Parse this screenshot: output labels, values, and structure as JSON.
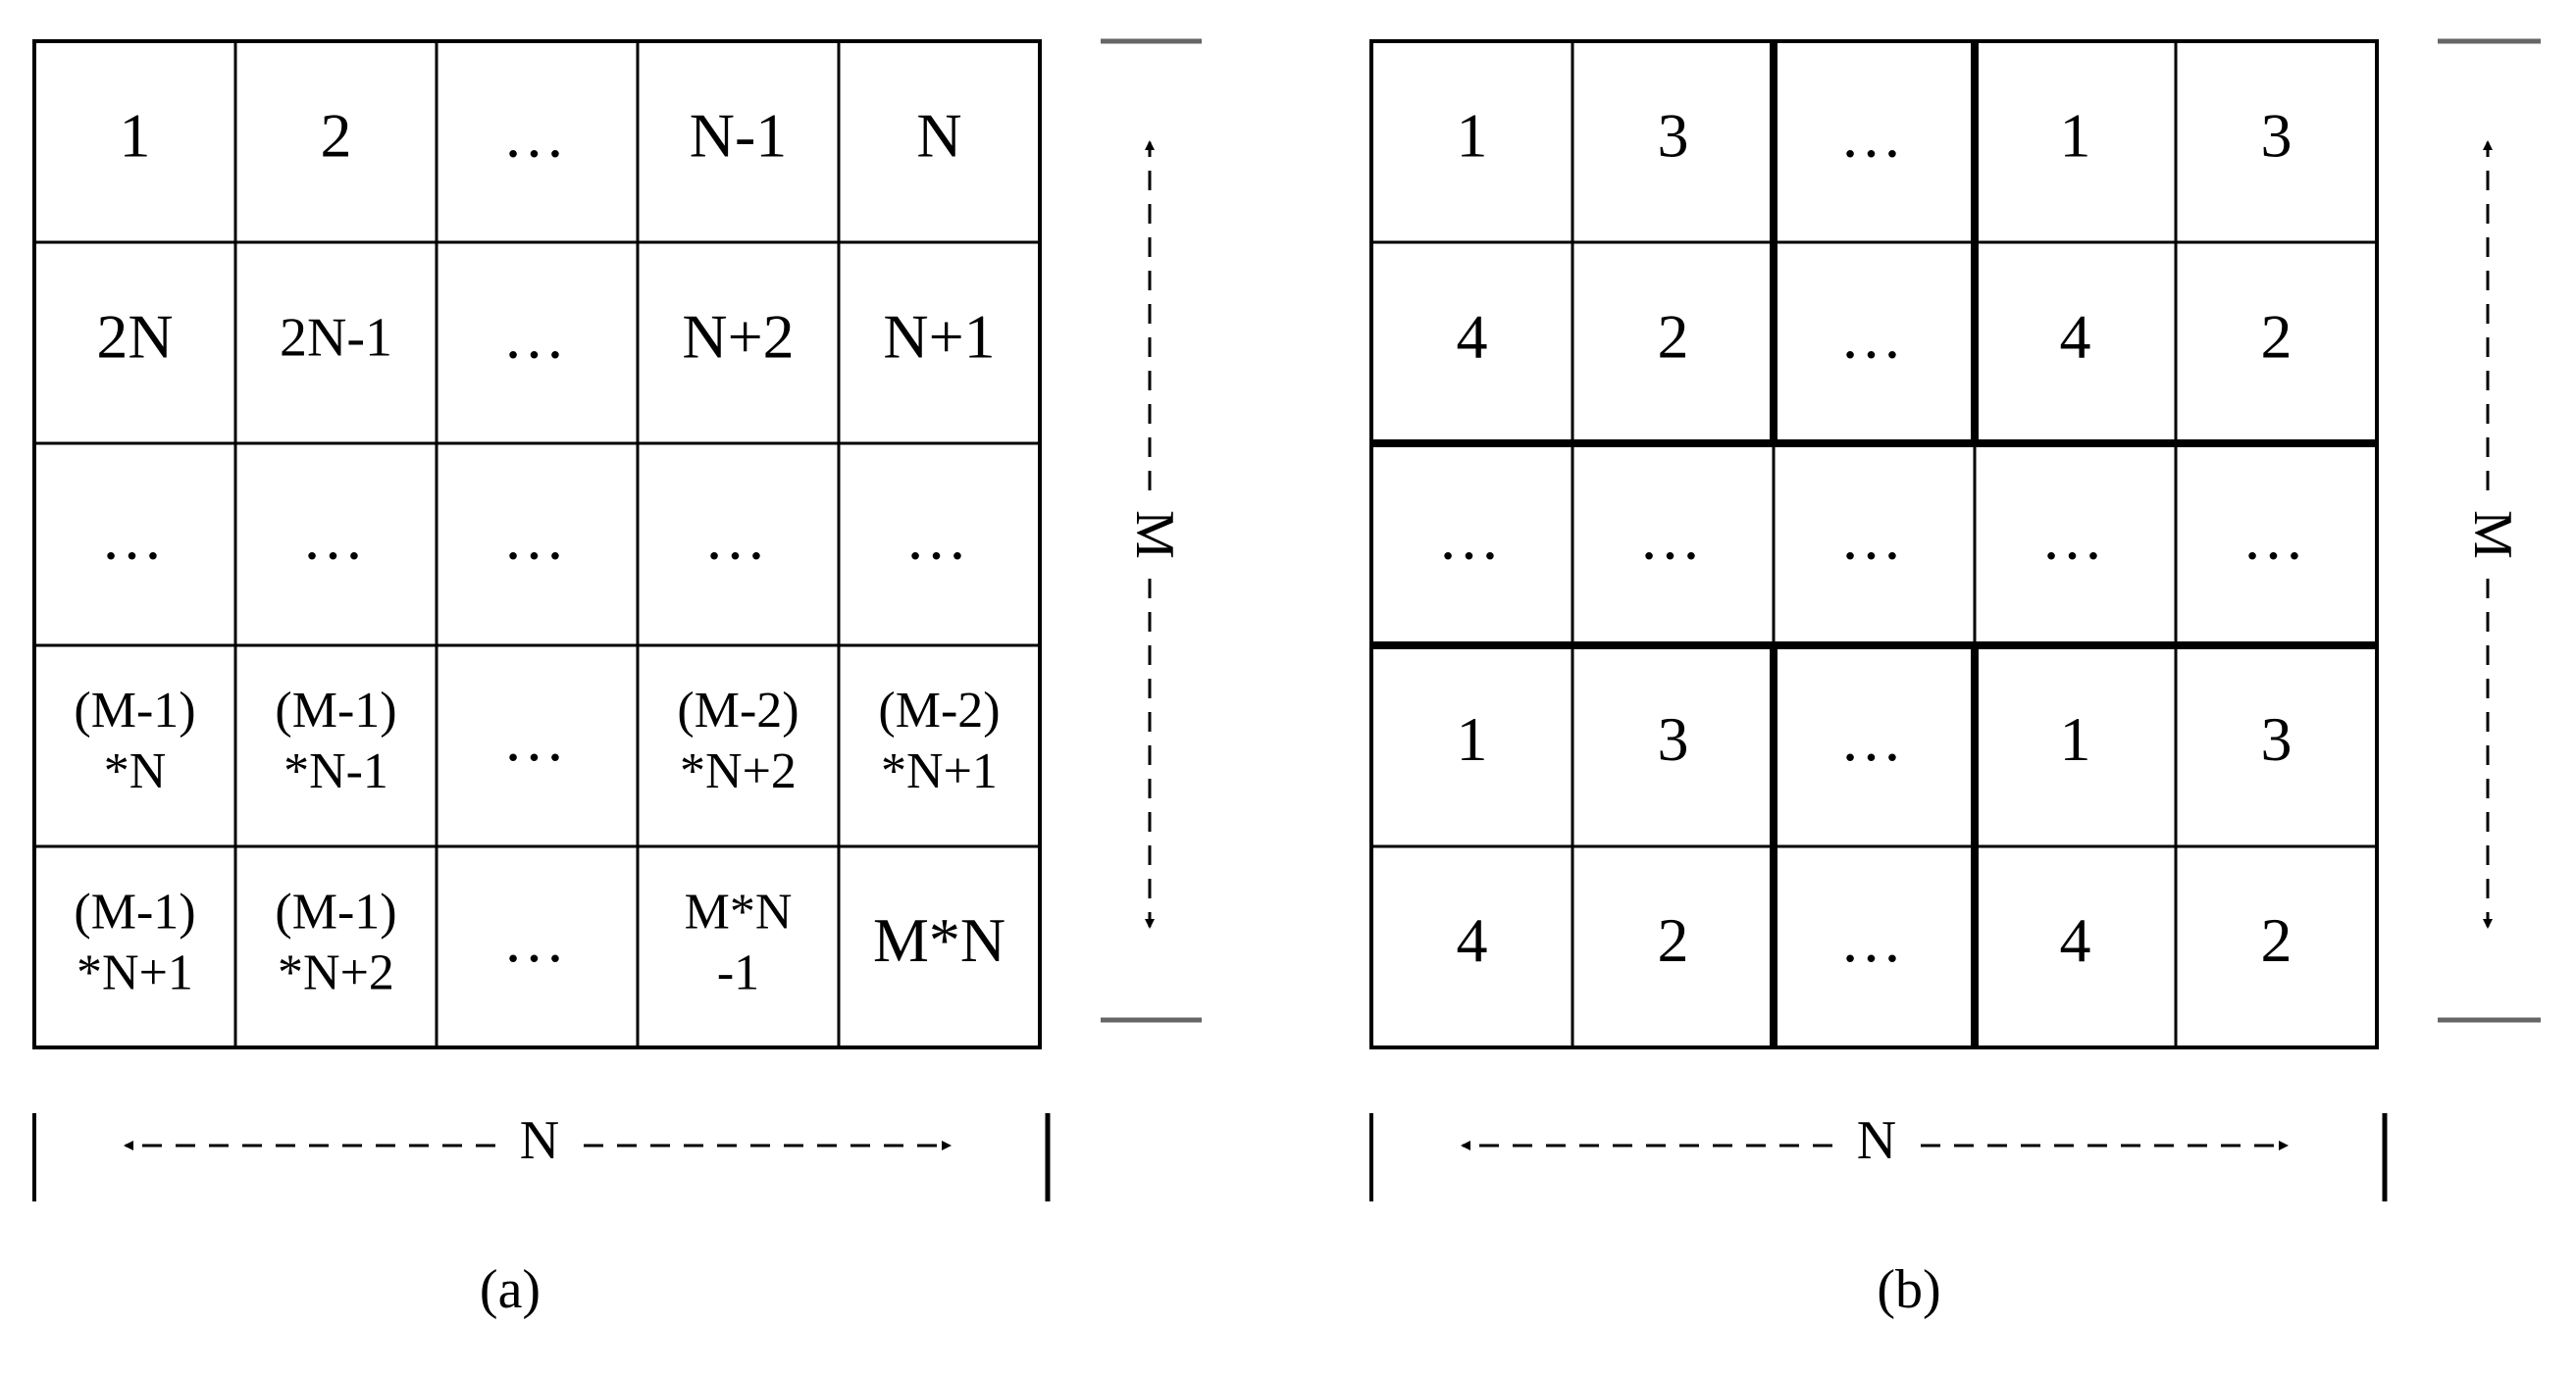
{
  "panel_a": {
    "caption": "(a)",
    "dim_horizontal": "N",
    "dim_vertical": "M",
    "rows": [
      [
        [
          "1"
        ],
        [
          "2"
        ],
        [
          "…"
        ],
        [
          "N-1"
        ],
        [
          "N"
        ]
      ],
      [
        [
          "2N"
        ],
        [
          "2N-1"
        ],
        [
          "…"
        ],
        [
          "N+2"
        ],
        [
          "N+1"
        ]
      ],
      [
        [
          "…"
        ],
        [
          "…"
        ],
        [
          "…"
        ],
        [
          "…"
        ],
        [
          "…"
        ]
      ],
      [
        [
          "(M-1)",
          "*N"
        ],
        [
          "(M-1)",
          "*N-1"
        ],
        [
          "…"
        ],
        [
          "(M-2)",
          "*N+2"
        ],
        [
          "(M-2)",
          "*N+1"
        ]
      ],
      [
        [
          "(M-1)",
          "*N+1"
        ],
        [
          "(M-1)",
          "*N+2"
        ],
        [
          "…"
        ],
        [
          "M*N",
          "-1"
        ],
        [
          "M*N"
        ]
      ]
    ]
  },
  "panel_b": {
    "caption": "(b)",
    "dim_horizontal": "N",
    "dim_vertical": "M",
    "rows": [
      [
        [
          "1"
        ],
        [
          "3"
        ],
        [
          "…"
        ],
        [
          "1"
        ],
        [
          "3"
        ]
      ],
      [
        [
          "4"
        ],
        [
          "2"
        ],
        [
          "…"
        ],
        [
          "4"
        ],
        [
          "2"
        ]
      ],
      [
        [
          "…"
        ],
        [
          "…"
        ],
        [
          "…"
        ],
        [
          "…"
        ],
        [
          "…"
        ]
      ],
      [
        [
          "1"
        ],
        [
          "3"
        ],
        [
          "…"
        ],
        [
          "1"
        ],
        [
          "3"
        ]
      ],
      [
        [
          "4"
        ],
        [
          "2"
        ],
        [
          "…"
        ],
        [
          "4"
        ],
        [
          "2"
        ]
      ]
    ]
  }
}
